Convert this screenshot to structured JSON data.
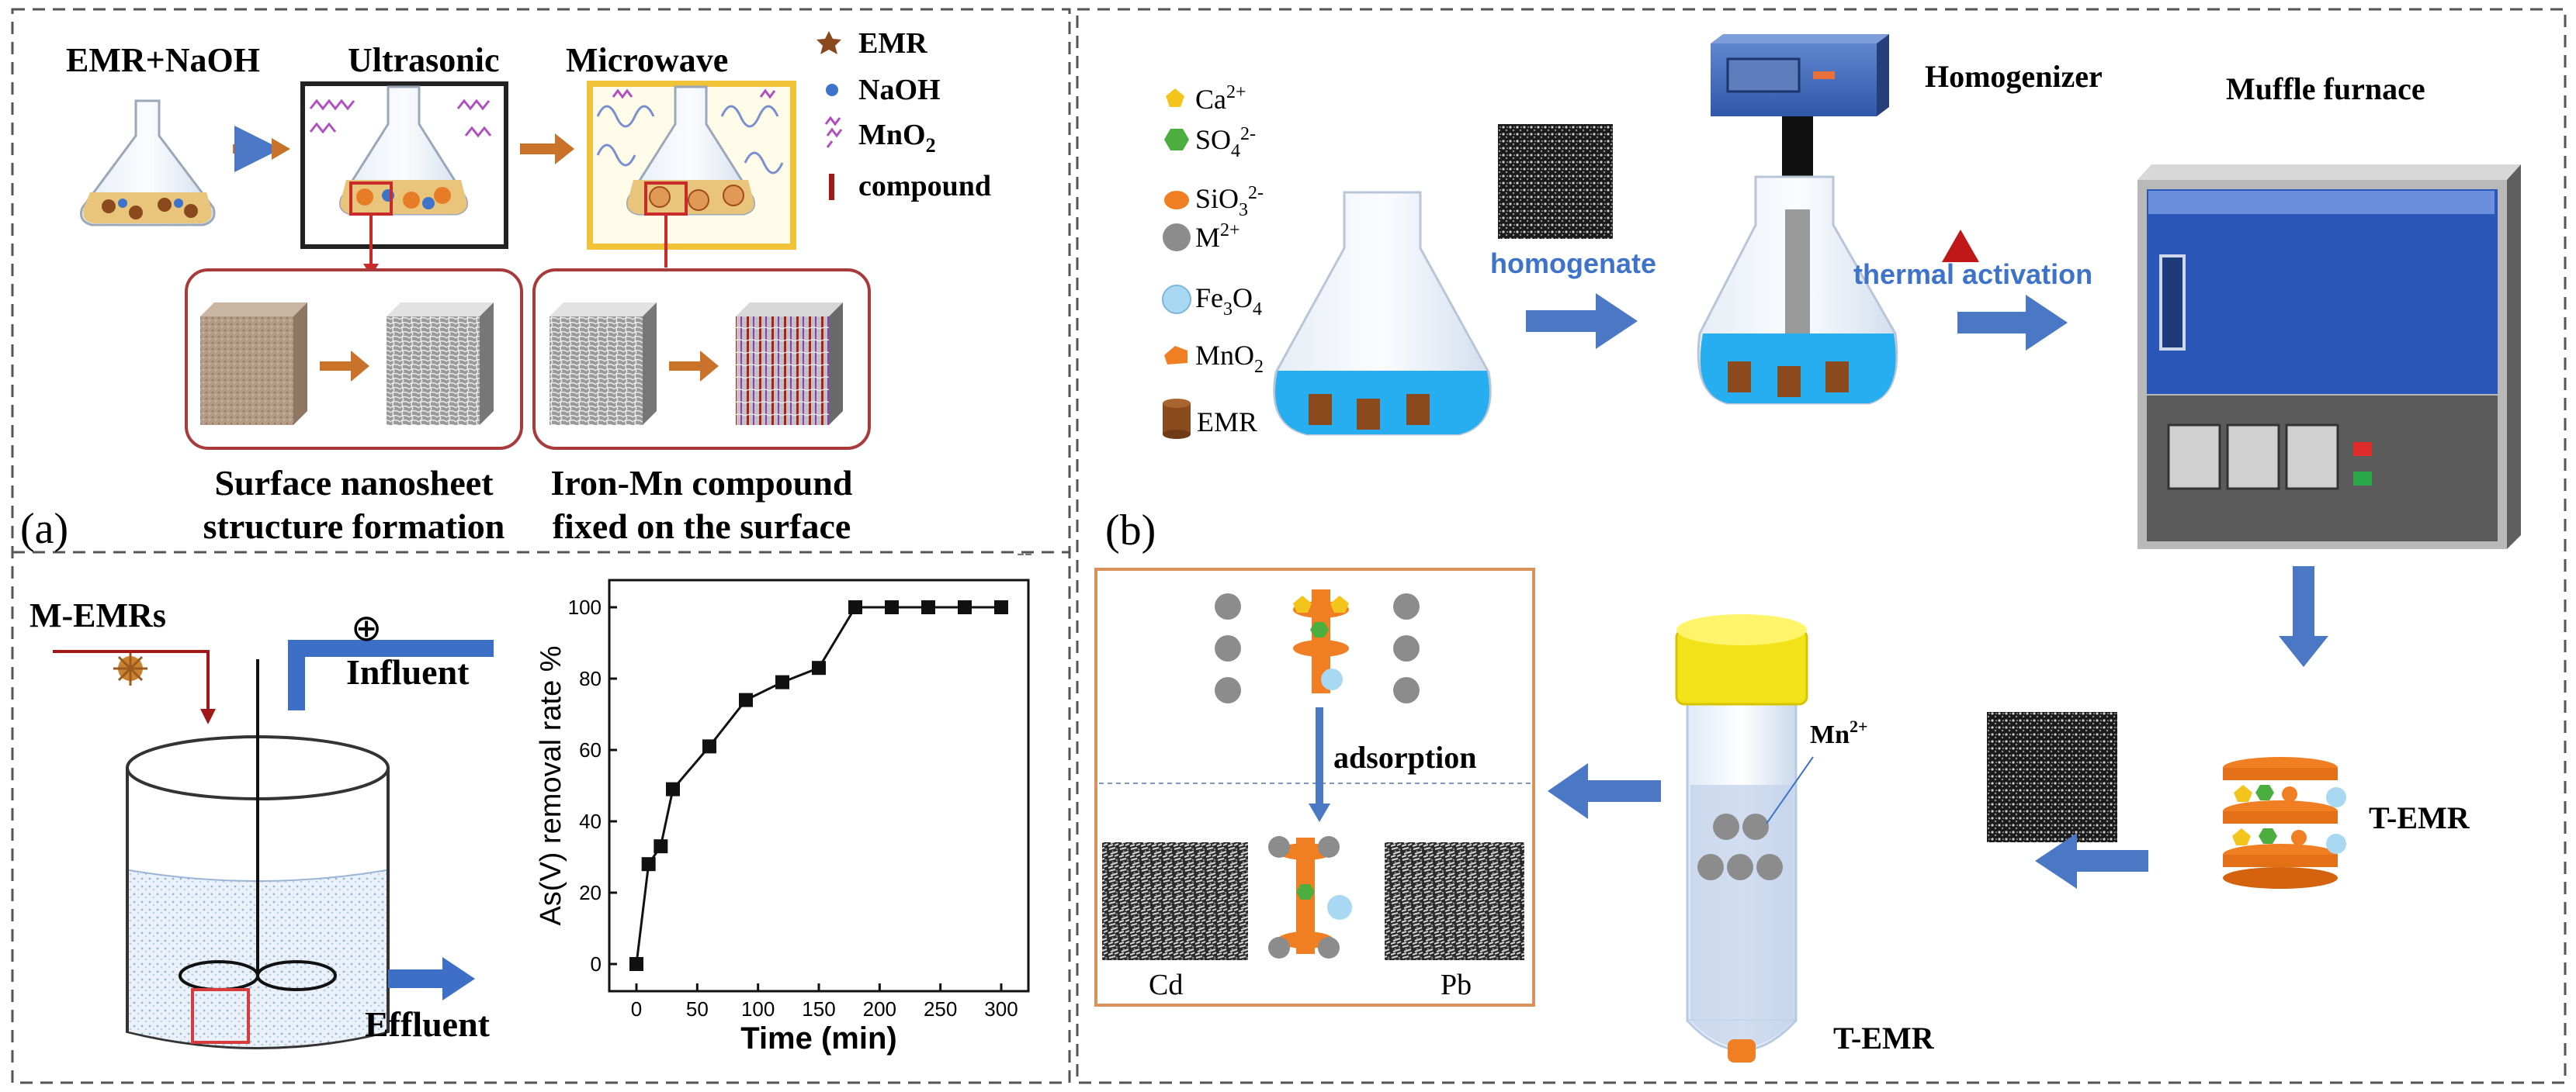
{
  "panel_a": {
    "panel_label": "(a)",
    "steps": [
      "EMR+NaOH",
      "Ultrasonic",
      "Microwave"
    ],
    "legend": [
      {
        "label": "EMR",
        "color": "#8b4a1e",
        "icon": "star-icon"
      },
      {
        "label": "NaOH",
        "color": "#3e73c9",
        "icon": "dot-icon"
      },
      {
        "label": "MnO",
        "sub": "2",
        "color": "#b04fc0",
        "icon": "squiggle-icon"
      },
      {
        "label": "compound",
        "color": "#a01818",
        "icon": "bar-icon"
      }
    ],
    "caption_left": [
      "Surface nanosheet",
      "structure formation"
    ],
    "caption_right": [
      "Iron-Mn compound",
      "fixed on the surface"
    ],
    "dash_mark": "--"
  },
  "reactor": {
    "input_label": "M-EMRs",
    "influent_label": "Influent",
    "effluent_label": "Effluent",
    "pump_symbol": "⊕"
  },
  "chart_data": {
    "type": "line",
    "title": "",
    "xlabel": "Time (min)",
    "ylabel": "As(V) removal rate %",
    "xlim": [
      0,
      300
    ],
    "ylim": [
      0,
      100
    ],
    "xticks": [
      0,
      50,
      100,
      150,
      200,
      250,
      300
    ],
    "yticks": [
      0,
      20,
      40,
      60,
      80,
      100
    ],
    "series": [
      {
        "x": [
          0,
          10,
          20,
          30,
          60,
          90,
          120,
          150,
          180,
          210,
          240,
          270,
          300
        ],
        "y": [
          0,
          28,
          33,
          49,
          61,
          74,
          79,
          83,
          100,
          100,
          100,
          100,
          100
        ]
      }
    ]
  },
  "panel_b": {
    "panel_label": "(b)",
    "legend": [
      {
        "label": "Ca",
        "sup": "2+",
        "color": "#f3c51c",
        "icon": "pentagon-icon"
      },
      {
        "label": "SO",
        "sub": "4",
        "sup": "2-",
        "color": "#4cae3e",
        "icon": "hexagon-icon"
      },
      {
        "label": "SiO",
        "sub": "3",
        "sup": "2-",
        "color": "#ef7f22",
        "icon": "ellipse-icon"
      },
      {
        "label": "M",
        "sup": "2+",
        "color": "#8c8c8c",
        "icon": "circle-icon"
      },
      {
        "label": "Fe",
        "sub": "3",
        "tail": "O",
        "sub2": "4",
        "color": "#a8d8f2",
        "icon": "sphere-icon"
      },
      {
        "label": "MnO",
        "sub": "2",
        "color": "#ef7f22",
        "icon": "pentagon-icon"
      },
      {
        "label": "EMR",
        "color": "#8b4a1e",
        "icon": "cylinder-icon"
      }
    ],
    "homogenate_label": "homogenate",
    "thermal_label": "thermal activation",
    "homogenizer_label": "Homogenizer",
    "furnace_label": "Muffle furnace",
    "temr_label_right": "T-EMR",
    "temr_label_tube": "T-EMR",
    "mn_label": "Mn",
    "mn_sup": "2+",
    "adsorption_label": "adsorption",
    "cd_label": "Cd",
    "pb_label": "Pb"
  }
}
